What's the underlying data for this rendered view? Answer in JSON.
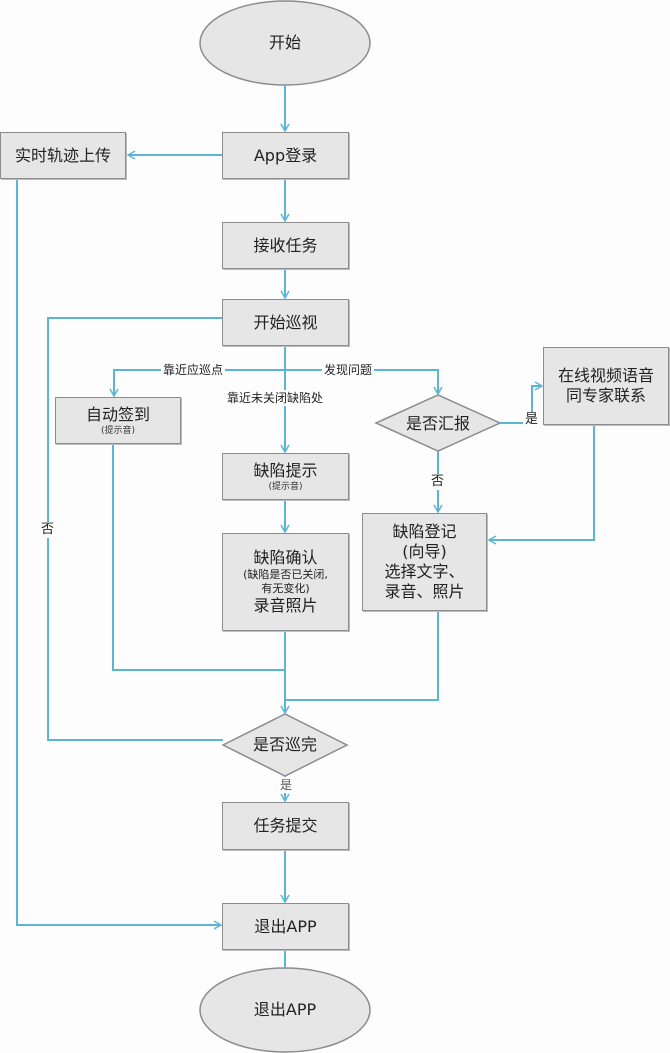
{
  "colors": {
    "line": "#5bb6d6",
    "node_fill": "#e6e6e6",
    "node_border": "#8c8c8c"
  },
  "nodes": {
    "start": "开始",
    "app_login": "App登录",
    "realtime_track": "实时轨迹上传",
    "receive_task": "接收任务",
    "start_patrol": "开始巡视",
    "auto_checkin": {
      "title": "自动签到",
      "note": "(提示音)"
    },
    "defect_hint": {
      "title": "缺陷提示",
      "note": "(提示音)"
    },
    "defect_confirm": {
      "title": "缺陷确认",
      "note_line1": "(缺陷是否已关闭,",
      "note_line2": "有无变化)",
      "action": "录音照片"
    },
    "report_decision": "是否汇报",
    "video_call": {
      "line1": "在线视频语音",
      "line2": "同专家联系"
    },
    "defect_register": {
      "line1": "缺陷登记",
      "line2": "(向导)",
      "line3": "选择文字、",
      "line4": "录音、照片"
    },
    "patrol_done_decision": "是否巡完",
    "task_submit": "任务提交",
    "exit_app_box": "退出APP",
    "exit_app_end": "退出APP"
  },
  "edge_labels": {
    "near_patrol_point": "靠近应巡点",
    "found_problem": "发现问题",
    "near_unclosed_defect": "靠近未关闭缺陷处",
    "report_yes": "是",
    "report_no": "否",
    "patrol_not_done": "否",
    "patrol_done_yes": "是"
  }
}
